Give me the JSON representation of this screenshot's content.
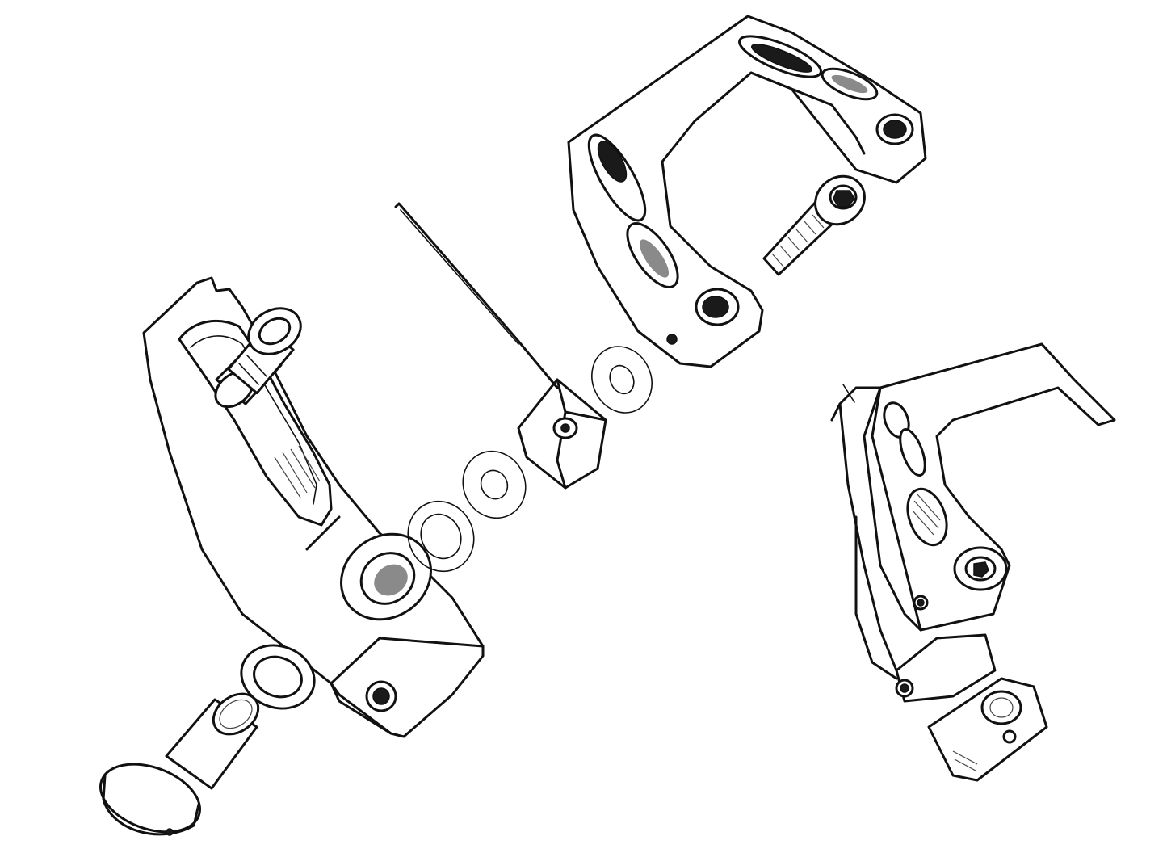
{
  "figure": {
    "background": "#ffffff",
    "line_color": "#111111",
    "parts": [
      "pivot-arm",
      "bushing-sleeve",
      "large-washer",
      "flat-washers",
      "cable-clamp-block",
      "wire-spring",
      "u-frame-bracket",
      "socket-head-bolt",
      "assembled-mechanism"
    ]
  }
}
